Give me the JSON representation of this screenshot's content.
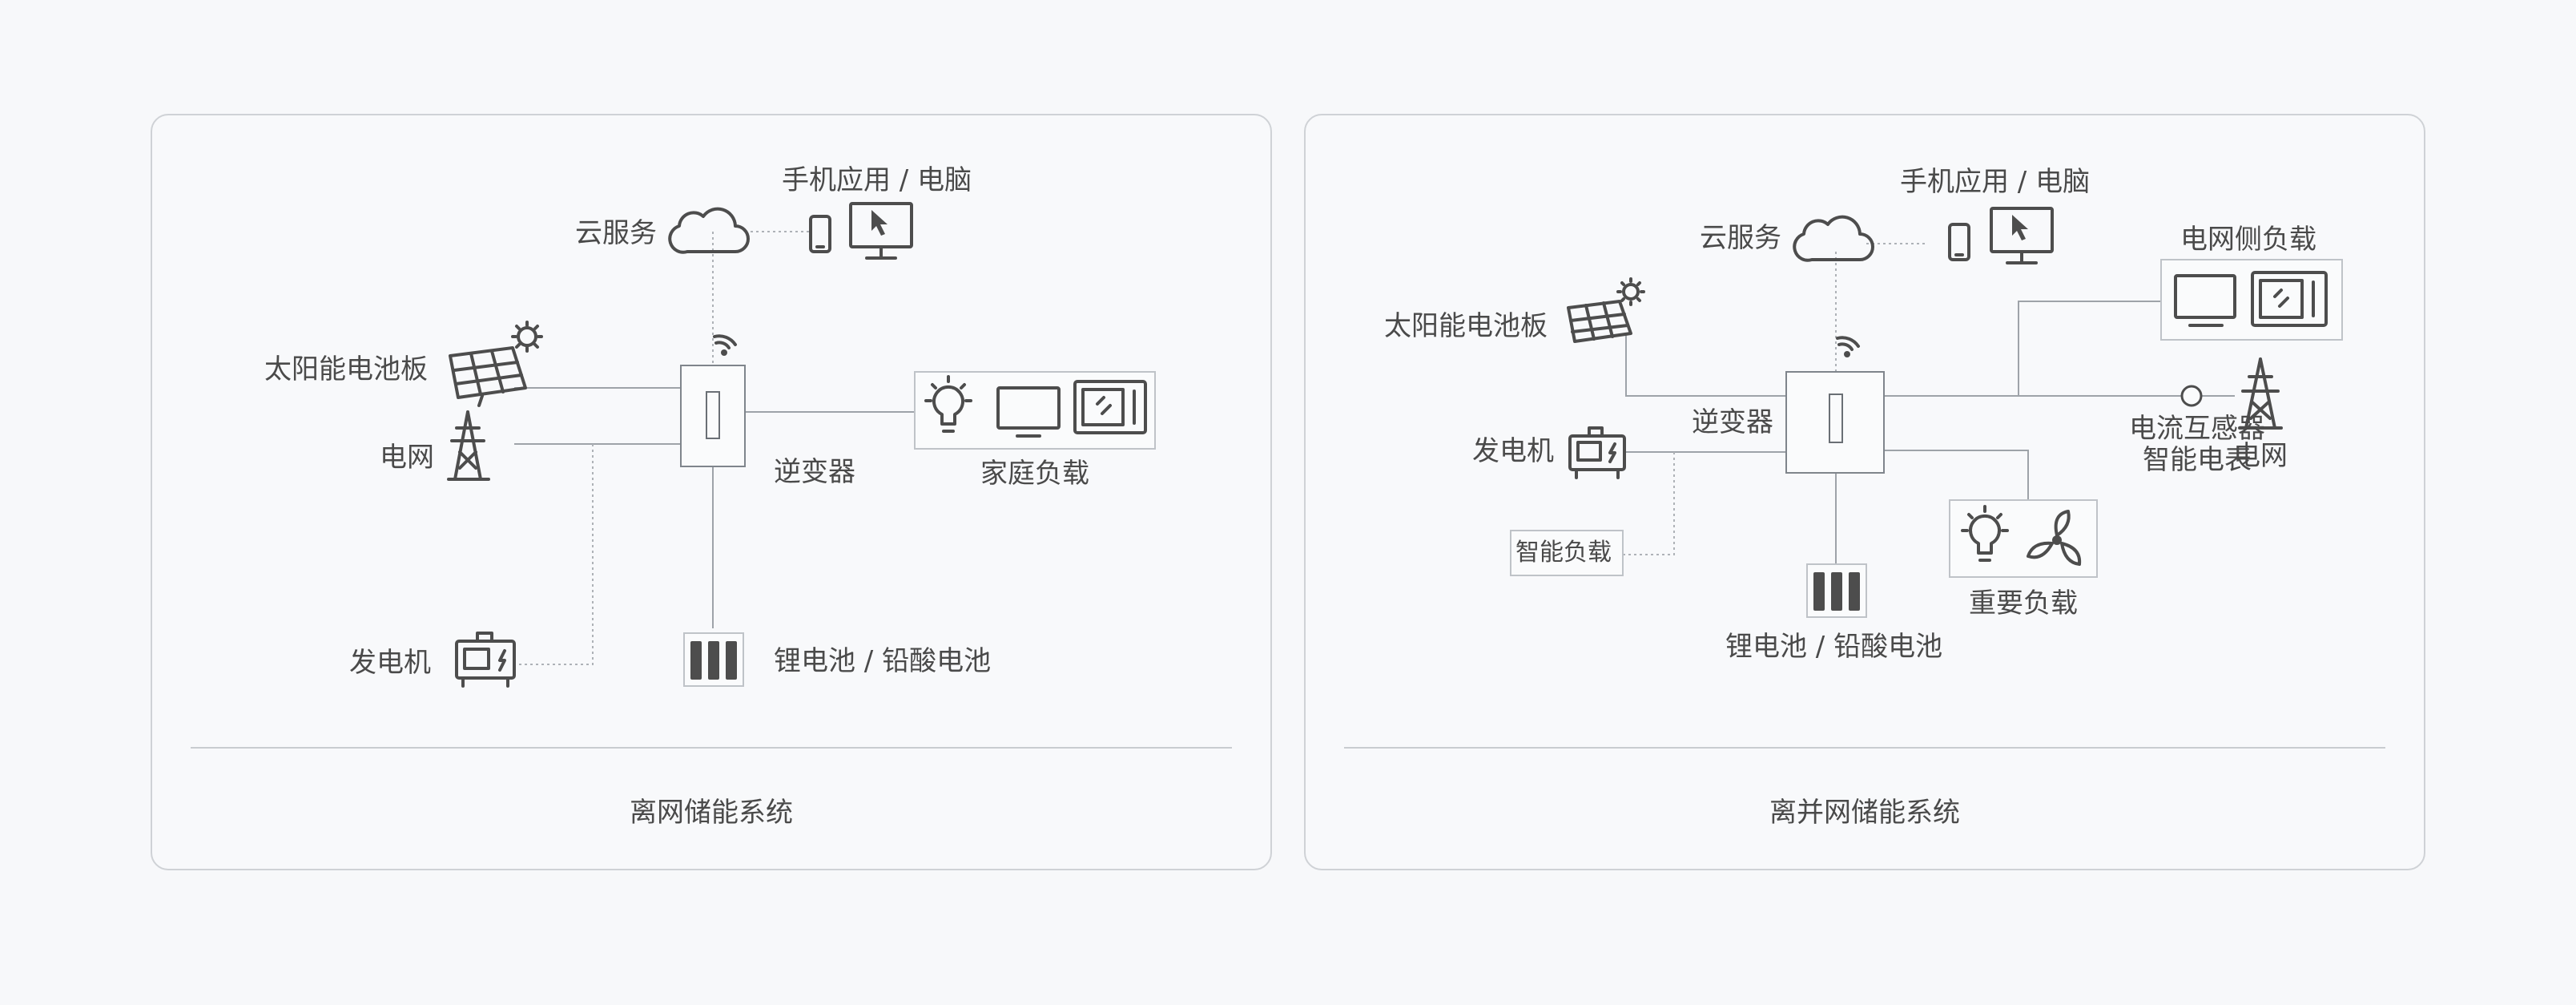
{
  "off_grid": {
    "cloud": "云服务",
    "app": "手机应用 / 电脑",
    "solar": "太阳能电池板",
    "grid": "电网",
    "inverter": "逆变器",
    "home_load": "家庭负载",
    "generator": "发电机",
    "battery": "锂电池 / 铅酸电池",
    "title": "离网储能系统"
  },
  "hybrid": {
    "cloud": "云服务",
    "app": "手机应用 / 电脑",
    "grid_side_load": "电网侧负载",
    "solar": "太阳能电池板",
    "generator": "发电机",
    "inverter": "逆变器",
    "ct": "电流互感器",
    "meter": "智能电表",
    "grid": "电网",
    "smart_load": "智能负载",
    "critical_load": "重要负载",
    "battery": "锂电池 / 铅酸电池",
    "title": "离并网储能系统"
  }
}
